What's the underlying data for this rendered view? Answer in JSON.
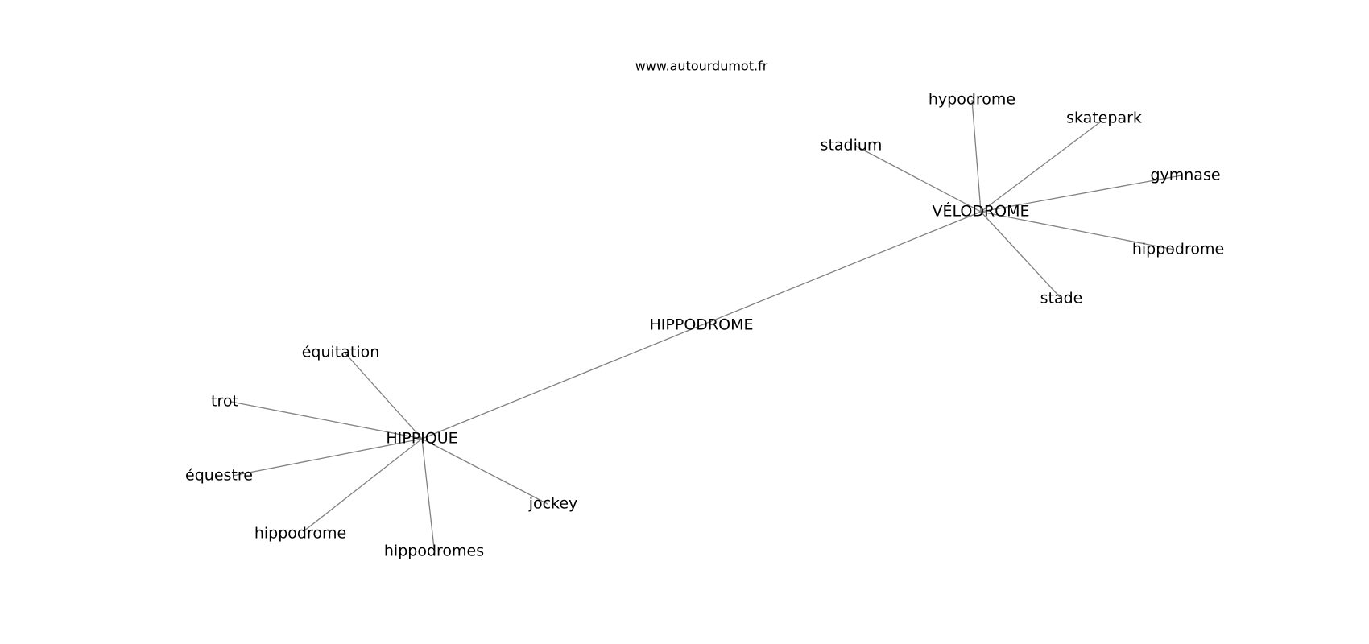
{
  "watermark": "www.autourdumot.fr",
  "center": {
    "label": "HIPPODROME"
  },
  "hubs": [
    {
      "id": "hub-velodrome",
      "label": "VÉLODROME",
      "leaves": [
        "hypodrome",
        "skatepark",
        "stadium",
        "gymnase",
        "hippodrome",
        "stade"
      ]
    },
    {
      "id": "hub-hippique",
      "label": "HIPPIQUE",
      "leaves": [
        "équitation",
        "trot",
        "équestre",
        "hippodrome",
        "hippodromes",
        "jockey"
      ]
    }
  ],
  "colors": {
    "edge": "#808080",
    "text": "#000000",
    "background": "#ffffff"
  }
}
